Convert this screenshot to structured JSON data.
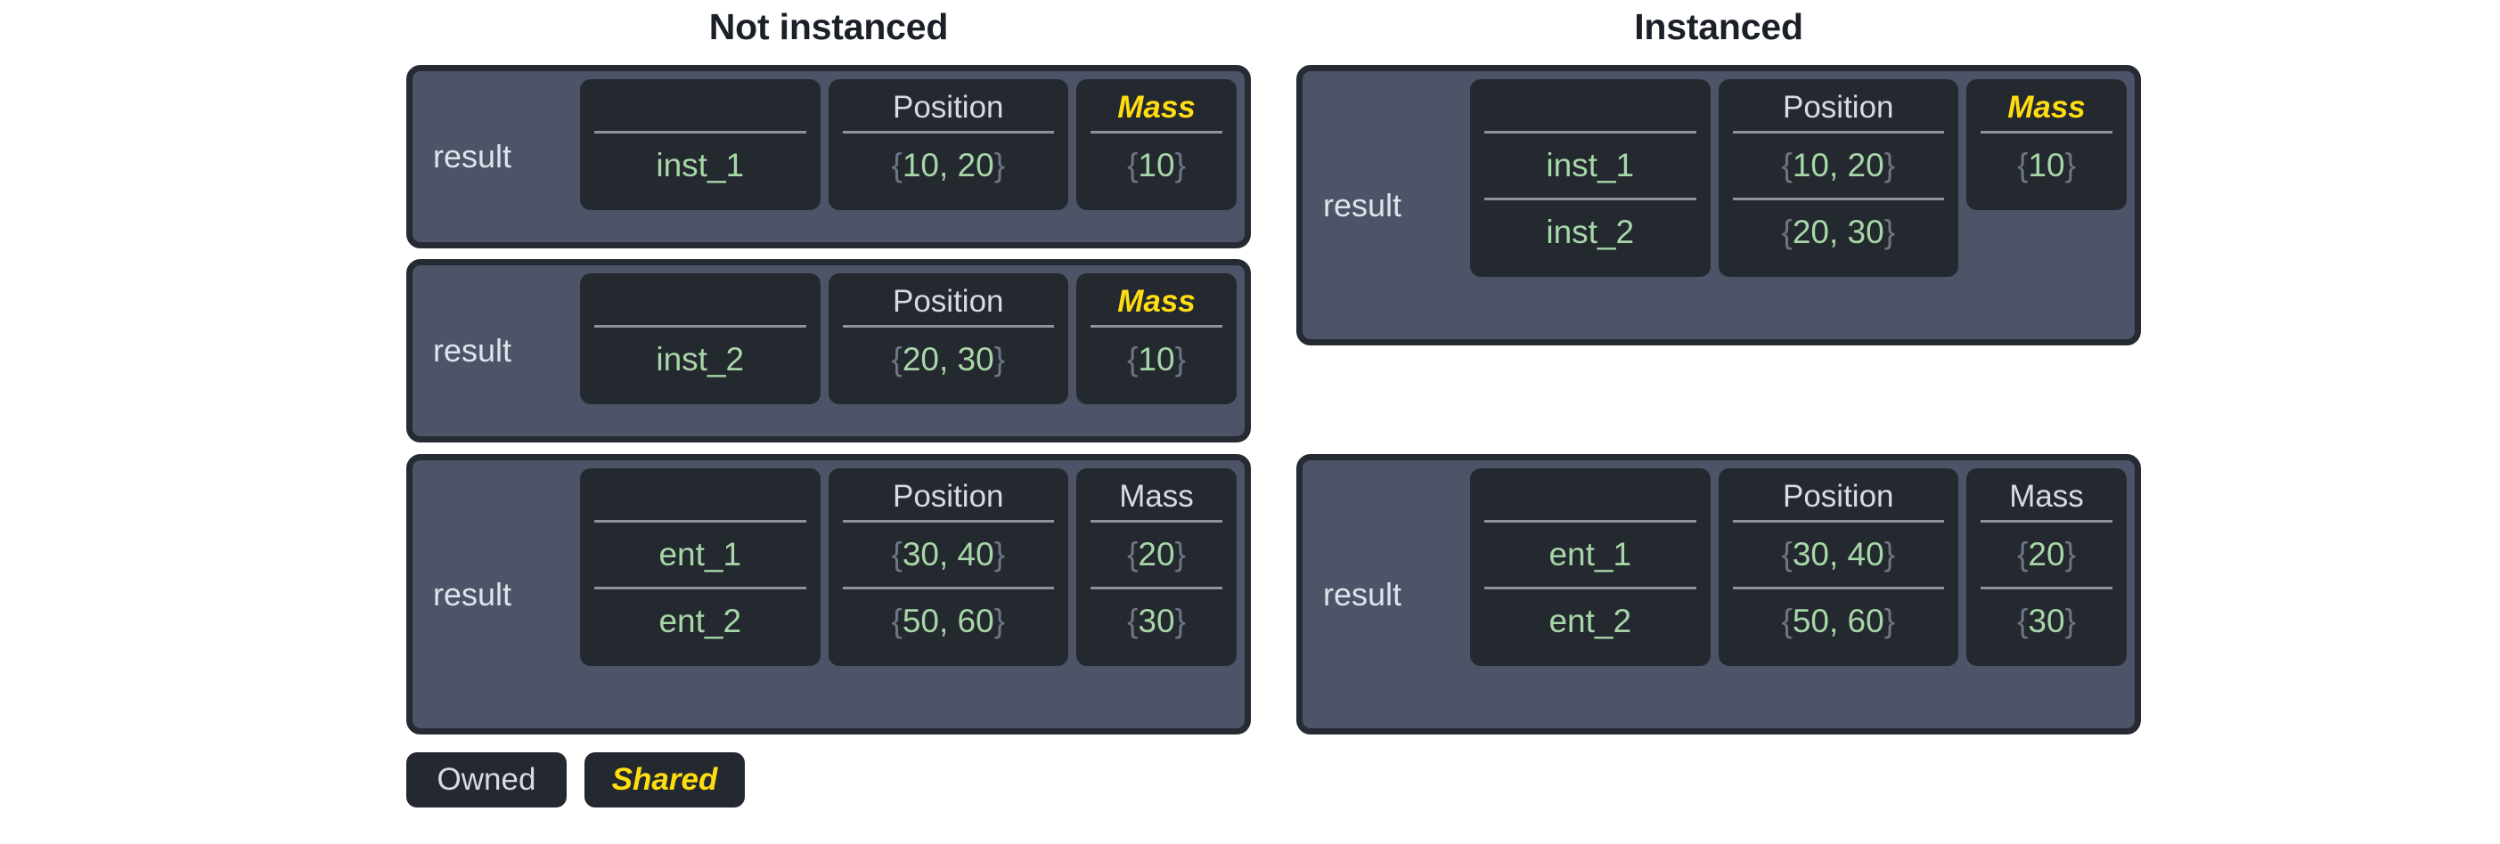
{
  "titles": {
    "left": "Not instanced",
    "right": "Instanced"
  },
  "labels": {
    "result": "result"
  },
  "headers": {
    "blank": "",
    "position": "Position",
    "mass": "Mass"
  },
  "legend": {
    "owned": "Owned",
    "shared": "Shared"
  },
  "colors": {
    "panel_fill": "#4d5468",
    "panel_border": "#252a33",
    "column_fill": "#24282f",
    "value_green": "#a7d7a8",
    "brace_gray": "#6e7582",
    "header_white": "#d7dbe2",
    "shared_yellow": "#ffdd11",
    "rule_gray": "#8d939d",
    "title_black": "#1b1f27",
    "background": "#ffffff"
  },
  "not_instanced": {
    "panels": [
      {
        "label": "result",
        "columns": [
          {
            "header": "",
            "header_style": "blank",
            "cells": [
              "inst_1"
            ]
          },
          {
            "header": "Position",
            "header_style": "owned",
            "cells": [
              "{10, 20}"
            ]
          },
          {
            "header": "Mass",
            "header_style": "shared",
            "cells": [
              "{10}"
            ]
          }
        ]
      },
      {
        "label": "result",
        "columns": [
          {
            "header": "",
            "header_style": "blank",
            "cells": [
              "inst_2"
            ]
          },
          {
            "header": "Position",
            "header_style": "owned",
            "cells": [
              "{20, 30}"
            ]
          },
          {
            "header": "Mass",
            "header_style": "shared",
            "cells": [
              "{10}"
            ]
          }
        ]
      },
      {
        "label": "result",
        "columns": [
          {
            "header": "",
            "header_style": "blank",
            "cells": [
              "ent_1",
              "ent_2"
            ]
          },
          {
            "header": "Position",
            "header_style": "owned",
            "cells": [
              "{30, 40}",
              "{50, 60}"
            ]
          },
          {
            "header": "Mass",
            "header_style": "owned",
            "cells": [
              "{20}",
              "{30}"
            ]
          }
        ]
      }
    ]
  },
  "instanced": {
    "panels": [
      {
        "label": "result",
        "columns": [
          {
            "header": "",
            "header_style": "blank",
            "cells": [
              "inst_1",
              "inst_2"
            ]
          },
          {
            "header": "Position",
            "header_style": "owned",
            "cells": [
              "{10, 20}",
              "{20, 30}"
            ]
          },
          {
            "header": "Mass",
            "header_style": "shared",
            "cells": [
              "{10}"
            ]
          }
        ]
      },
      {
        "label": "result",
        "columns": [
          {
            "header": "",
            "header_style": "blank",
            "cells": [
              "ent_1",
              "ent_2"
            ]
          },
          {
            "header": "Position",
            "header_style": "owned",
            "cells": [
              "{30, 40}",
              "{50, 60}"
            ]
          },
          {
            "header": "Mass",
            "header_style": "owned",
            "cells": [
              "{20}",
              "{30}"
            ]
          }
        ]
      }
    ]
  }
}
